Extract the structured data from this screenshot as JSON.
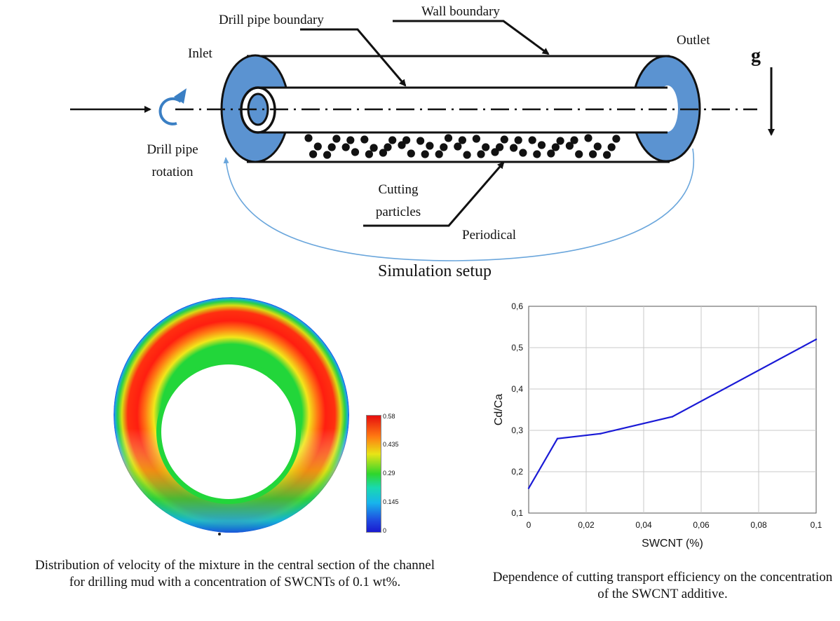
{
  "setup": {
    "labels": {
      "drill_pipe_boundary": "Drill pipe boundary",
      "wall_boundary": "Wall boundary",
      "inlet": "Inlet",
      "outlet": "Outlet",
      "gravity": "g",
      "drill_pipe_rotation_1": "Drill pipe",
      "drill_pipe_rotation_2": "rotation",
      "cutting_particles_1": "Cutting",
      "cutting_particles_2": "particles",
      "periodical": "Periodical"
    },
    "title": "Simulation setup",
    "colors": {
      "pipe_end": "#5b93d1",
      "periodic_arrow": "#6aa6dc",
      "rotation_arrow": "#3a7fc4"
    }
  },
  "velocity_map": {
    "colorbar_ticks": [
      "0.58",
      "0.435",
      "0.29",
      "0.145",
      "0"
    ],
    "colorbar_range": [
      0,
      0.58
    ],
    "caption": "Distribution of velocity of the mixture in the central section of the channel for drilling mud with a concentration of SWCNTs of 0.1 wt%."
  },
  "chart_data": {
    "type": "line",
    "x": [
      0,
      0.01,
      0.025,
      0.05,
      0.1
    ],
    "series": [
      {
        "values": [
          0.16,
          0.28,
          0.292,
          0.333,
          0.52
        ],
        "color": "#1a1ad6"
      }
    ],
    "xlabel": "SWCNT (%)",
    "ylabel": "Cd/Ca",
    "xlim": [
      0,
      0.1
    ],
    "ylim": [
      0.1,
      0.6
    ],
    "xticks": [
      "0",
      "0,02",
      "0,04",
      "0,06",
      "0,08",
      "0,1"
    ],
    "yticks": [
      "0,1",
      "0,2",
      "0,3",
      "0,4",
      "0,5",
      "0,6"
    ],
    "grid": true
  },
  "chart_caption": "Dependence of cutting transport efficiency on the concentration of the SWCNT additive."
}
